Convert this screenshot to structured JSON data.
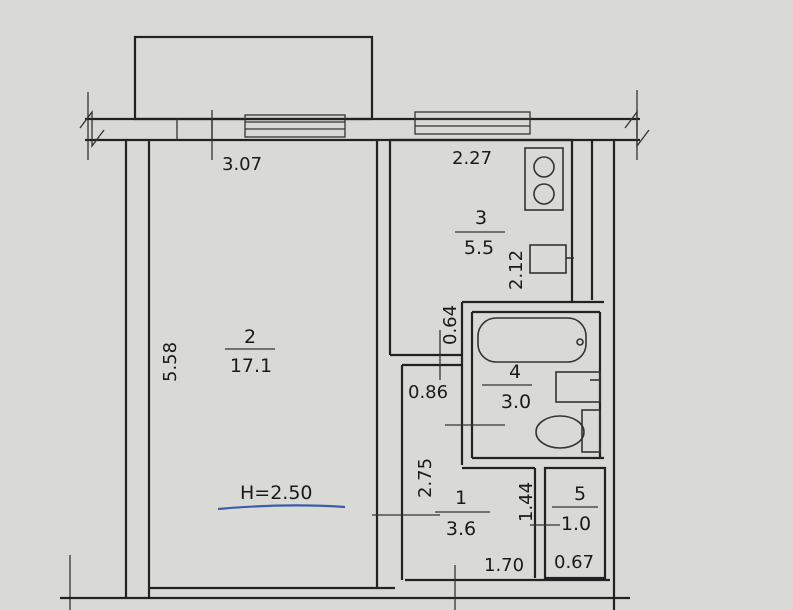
{
  "rooms": [
    {
      "number": "2",
      "area": "17.1"
    },
    {
      "number": "3",
      "area": "5.5"
    },
    {
      "number": "4",
      "area": "3.0"
    },
    {
      "number": "1",
      "area": "3.6"
    },
    {
      "number": "5",
      "area": "1.0"
    }
  ],
  "dimensions": {
    "d_3_07": "3.07",
    "d_2_27": "2.27",
    "d_2_12": "2.12",
    "d_5_58": "5.58",
    "d_0_64": "0.64",
    "d_0_86": "0.86",
    "d_2_75": "2.75",
    "d_1_44": "1.44",
    "d_1_70": "1.70",
    "d_0_67": "0.67"
  },
  "ceiling_height": "H=2.50",
  "colors": {
    "background": "#d9dad6",
    "lines": "#222222",
    "annotation_underline": "#3a5fa8"
  }
}
